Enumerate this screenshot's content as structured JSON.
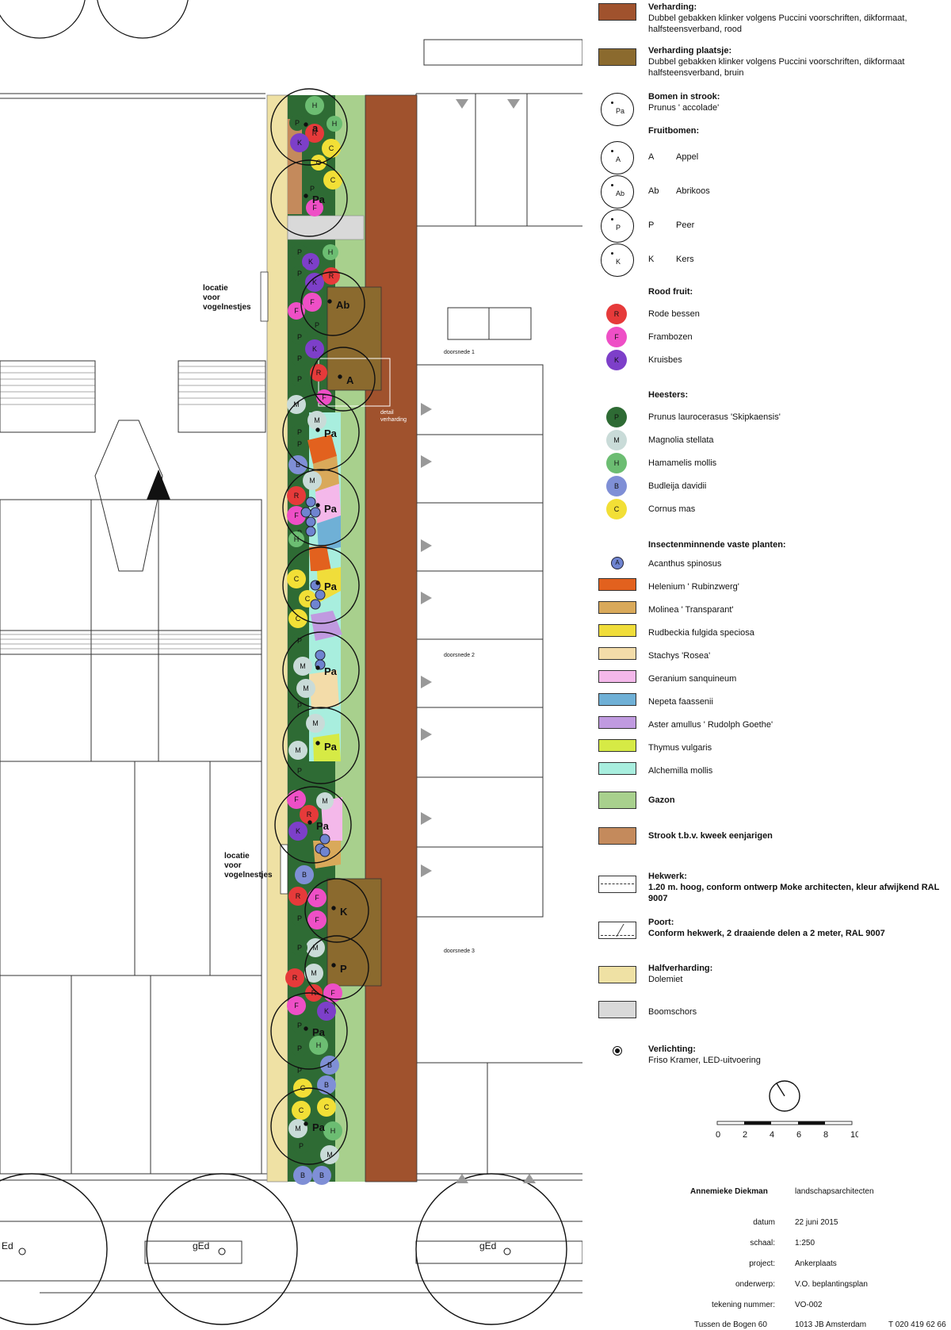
{
  "plan": {
    "labels": {
      "bird_nests_1": [
        "locatie",
        "voor",
        "vogelnestjes"
      ],
      "bird_nests_2": [
        "locatie",
        "voor",
        "vogelnestjes"
      ],
      "section_1": "doorsnede 1",
      "section_2": "doorsnede 2",
      "section_3": "doorsnede 3",
      "detail": [
        "detail",
        "verharding"
      ],
      "bottom_marks": [
        "Ed",
        "gEd",
        "gEd"
      ]
    },
    "colors": {
      "brick_red": "#a0522d",
      "brick_brown": "#8b6a2e",
      "lawn": "#a8d08d",
      "gravel": "#f0e2a6",
      "bark": "#d6d6d6",
      "annuals": "#c48a5c",
      "red_fruit": "#e63a3a",
      "raspberry": "#ee4fc6",
      "gooseberry": "#7d3fc9",
      "prunus": "#2e6b34",
      "magnolia": "#c9dbd8",
      "hamamelis": "#6cbd72",
      "budleija": "#7f8fd6",
      "cornus": "#f2df36",
      "acanthus": "#6f84d0"
    }
  },
  "legend": {
    "verharding": {
      "title": "Verharding:",
      "text": "Dubbel gebakken klinker volgens Puccini voorschriften, dikformaat, halfsteensverband, rood"
    },
    "verharding_plaatsje": {
      "title": "Verharding plaatsje:",
      "text": "Dubbel gebakken klinker volgens Puccini voorschriften, dikformaat halfsteensverband, bruin"
    },
    "bomen": {
      "title": "Bomen in strook:",
      "text": "Prunus ' accolade'",
      "code": "Pa"
    },
    "fruitbomen": {
      "title": "Fruitbomen:",
      "items": [
        {
          "code": "A",
          "name": "Appel"
        },
        {
          "code": "Ab",
          "name": "Abrikoos"
        },
        {
          "code": "P",
          "name": "Peer"
        },
        {
          "code": "K",
          "name": "Kers"
        }
      ]
    },
    "rood_fruit": {
      "title": "Rood fruit:",
      "items": [
        {
          "code": "R",
          "name": "Rode bessen",
          "color": "#e63a3a"
        },
        {
          "code": "F",
          "name": "Frambozen",
          "color": "#ee4fc6"
        },
        {
          "code": "K",
          "name": "Kruisbes",
          "color": "#7d3fc9"
        }
      ]
    },
    "heesters": {
      "title": "Heesters:",
      "items": [
        {
          "code": "P",
          "name": "Prunus laurocerasus 'Skipkaensis'",
          "color": "#2e6b34"
        },
        {
          "code": "M",
          "name": "Magnolia stellata",
          "color": "#c9dbd8"
        },
        {
          "code": "H",
          "name": "Hamamelis mollis",
          "color": "#6cbd72"
        },
        {
          "code": "B",
          "name": "Budleija davidii",
          "color": "#7f8fd6"
        },
        {
          "code": "C",
          "name": "Cornus mas",
          "color": "#f2df36"
        }
      ]
    },
    "vaste_planten": {
      "title": "Insectenminnende vaste planten:",
      "acanthus": {
        "code": "A",
        "name": "Acanthus spinosus",
        "color": "#6f84d0"
      },
      "items": [
        {
          "name": "Helenium ' Rubinzwerg'",
          "color": "#e2611e"
        },
        {
          "name": "Molinea ' Transparant'",
          "color": "#d9a95a"
        },
        {
          "name": "Rudbeckia fulgida speciosa",
          "color": "#f0dd3a"
        },
        {
          "name": "Stachys 'Rosea'",
          "color": "#f3dca9"
        },
        {
          "name": "Geranium sanquineum",
          "color": "#f4b8ea"
        },
        {
          "name": "Nepeta  faassenii",
          "color": "#6fb0d6"
        },
        {
          "name": "Aster amullus ' Rudolph Goethe'",
          "color": "#c09ae0"
        },
        {
          "name": "Thymus vulgaris",
          "color": "#d6ea45"
        },
        {
          "name": "Alchemilla mollis",
          "color": "#a8eede"
        }
      ]
    },
    "gazon": {
      "name": "Gazon",
      "color": "#a8d08d"
    },
    "strook": {
      "name": "Strook t.b.v. kweek eenjarigen",
      "color": "#c48a5c"
    },
    "hekwerk": {
      "title": "Hekwerk:",
      "text": "1.20 m. hoog, conform ontwerp Moke architecten, kleur afwijkend RAL 9007"
    },
    "poort": {
      "title": "Poort:",
      "text": "Conform hekwerk, 2 draaiende delen a 2 meter, RAL 9007"
    },
    "halfverharding": {
      "title": "Halfverharding:",
      "text": "Dolemiet",
      "color": "#efe1a4"
    },
    "boomschors": {
      "name": "Boomschors",
      "color": "#d9d9d9"
    },
    "verlichting": {
      "title": "Verlichting:",
      "text": "Friso Kramer, LED-uitvoering"
    },
    "scale_ticks": [
      "0",
      "2",
      "4",
      "6",
      "8",
      "10"
    ]
  },
  "titleblock": {
    "firm_name": "Annemieke Diekman",
    "firm_type": "landschapsarchitecten",
    "rows": [
      {
        "key": "datum",
        "value": "22 juni 2015"
      },
      {
        "key": "schaal:",
        "value": "1:250"
      },
      {
        "key": "project:",
        "value": "Ankerplaats"
      },
      {
        "key": "onderwerp:",
        "value": "V.O. beplantingsplan"
      },
      {
        "key": "tekening nummer:",
        "value": "VO-002"
      }
    ],
    "address": "Tussen de Bogen 60",
    "city": "1013 JB Amsterdam",
    "phone": "T 020 419 62 66"
  }
}
